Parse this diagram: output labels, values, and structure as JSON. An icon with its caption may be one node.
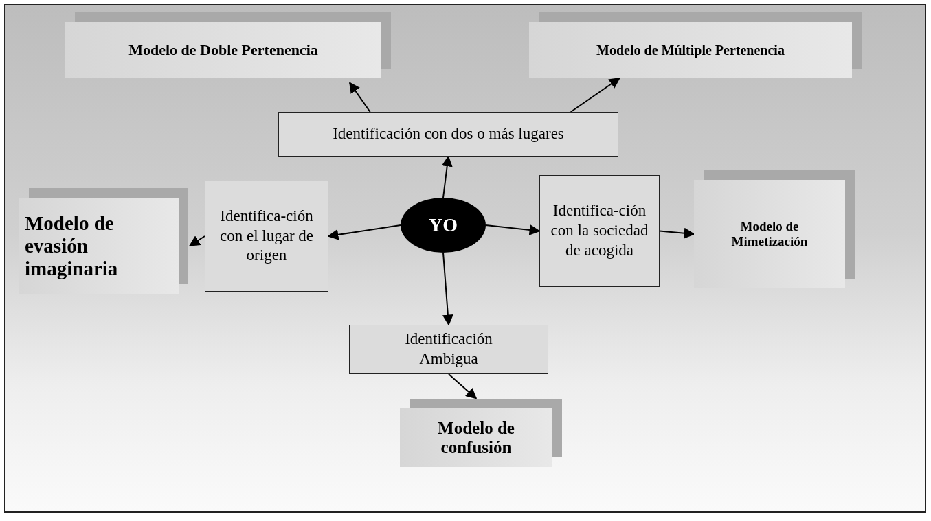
{
  "diagram": {
    "nodes": [
      {
        "text": [
          "Modelo de Doble  Pertenencia"
        ]
      },
      {
        "text": [
          "Modelo de Múltiple Pertenencia"
        ]
      },
      {
        "text": [
          "Identificación con dos o más lugares"
        ]
      },
      {
        "text": [
          "Modelo de evasión imaginaria"
        ]
      },
      {
        "text": [
          "Identifica-ción con el lugar de origen"
        ]
      },
      {
        "text": [
          "YO"
        ]
      },
      {
        "text": [
          "Identifica-ción con la sociedad de acogida"
        ]
      },
      {
        "text": [
          "Modelo de Mimetización"
        ]
      },
      {
        "text": [
          "Identificación Ambigua"
        ]
      },
      {
        "text": [
          "Modelo de confusión"
        ]
      }
    ],
    "edges": [
      {
        "from": 5,
        "to": 2,
        "arrow": "to"
      },
      {
        "from": 2,
        "to": 0,
        "arrow": "to"
      },
      {
        "from": 2,
        "to": 1,
        "arrow": "to"
      },
      {
        "from": 5,
        "to": 4,
        "arrow": "to"
      },
      {
        "from": 4,
        "to": 3,
        "arrow": "to"
      },
      {
        "from": 5,
        "to": 6,
        "arrow": "to"
      },
      {
        "from": 6,
        "to": 7,
        "arrow": "to"
      },
      {
        "from": 5,
        "to": 8,
        "arrow": "to"
      },
      {
        "from": 8,
        "to": 9,
        "arrow": "to"
      }
    ]
  }
}
